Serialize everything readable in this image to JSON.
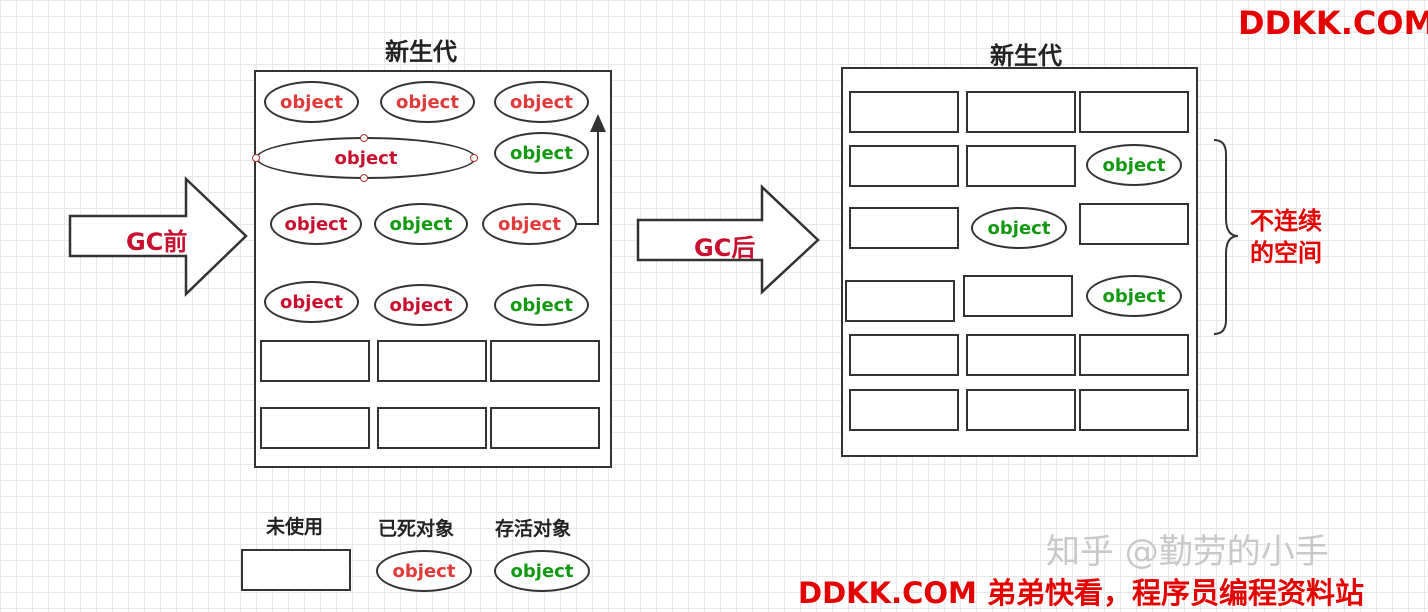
{
  "brand_top": "DDKK.COM",
  "footer": "DDKK.COM 弟弟快看，程序员编程资料站",
  "watermark": "知乎 @勤劳的小手",
  "before": {
    "title": "新生代",
    "arrow_label": "GC前",
    "object_label": "object"
  },
  "after": {
    "title": "新生代",
    "arrow_label": "GC后",
    "object_label": "object",
    "brace_text_line1": "不连续",
    "brace_text_line2": "的空间"
  },
  "legend": {
    "unused": "未使用",
    "dead": "已死对象",
    "alive": "存活对象",
    "object_label": "object"
  },
  "colors": {
    "dead": "#e03a3a",
    "alive": "#119a11",
    "accent": "#e50000",
    "border": "#333333"
  }
}
